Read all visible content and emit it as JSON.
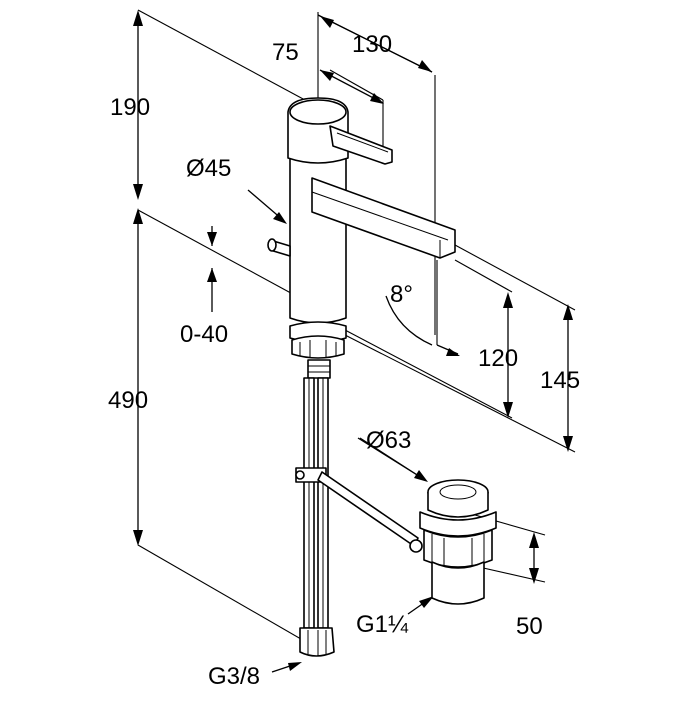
{
  "dimensions": {
    "top_height": "190",
    "total_height": "490",
    "body_diameter": "Ø45",
    "lever_reach": "75",
    "spout_reach": "130",
    "adjust_range": "0-40",
    "spout_angle": "8°",
    "spout_height": "120",
    "outlet_height": "145",
    "waste_diameter": "Ø63",
    "waste_height": "50",
    "waste_thread": "G1¼",
    "hose_thread": "G3/8"
  }
}
